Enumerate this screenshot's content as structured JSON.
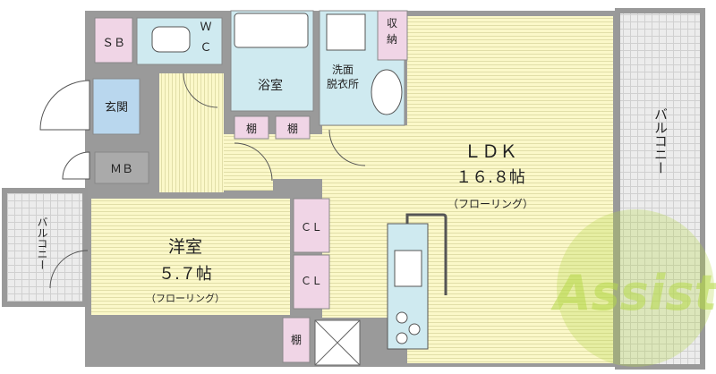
{
  "rooms": {
    "sb": "ＳＢ",
    "wc_w": "Ｗ",
    "wc_c": "Ｃ",
    "bath": "浴室",
    "washroom_line1": "洗面",
    "washroom_line2": "脱衣所",
    "storage_line1": "収",
    "storage_line2": "納",
    "entrance": "玄関",
    "mb": "ＭＢ",
    "shelf": "棚",
    "ldk": "ＬＤＫ",
    "ldk_size": "１６.８帖",
    "ldk_floor": "（フローリング）",
    "western": "洋室",
    "western_size": "５.７帖",
    "western_floor": "（フローリング）",
    "cl": "ＣＬ",
    "balcony": "バルコニー"
  },
  "watermark": {
    "text": "Assist"
  },
  "colors": {
    "wall": "#999999",
    "ldk_fill": "#fbf8c9",
    "western_fill": "#fbf8c9",
    "wet_fill": "#cfeaf0",
    "entrance_fill": "#b9d7ee",
    "storage_fill": "#f0d5e6",
    "mb_fill": "#aaaaaa",
    "balcony_fill": "#e6e6e6",
    "watermark": "#b6d84a"
  }
}
